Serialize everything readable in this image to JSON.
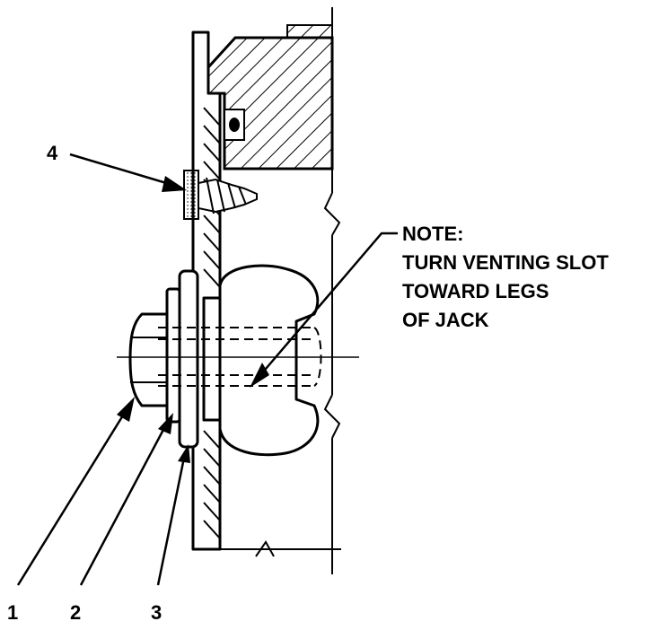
{
  "note": {
    "lines": [
      "NOTE:",
      "TURN VENTING SLOT",
      "TOWARD LEGS",
      "OF JACK"
    ]
  },
  "callouts": [
    {
      "label": "1"
    },
    {
      "label": "2"
    },
    {
      "label": "3"
    },
    {
      "label": "4"
    }
  ]
}
